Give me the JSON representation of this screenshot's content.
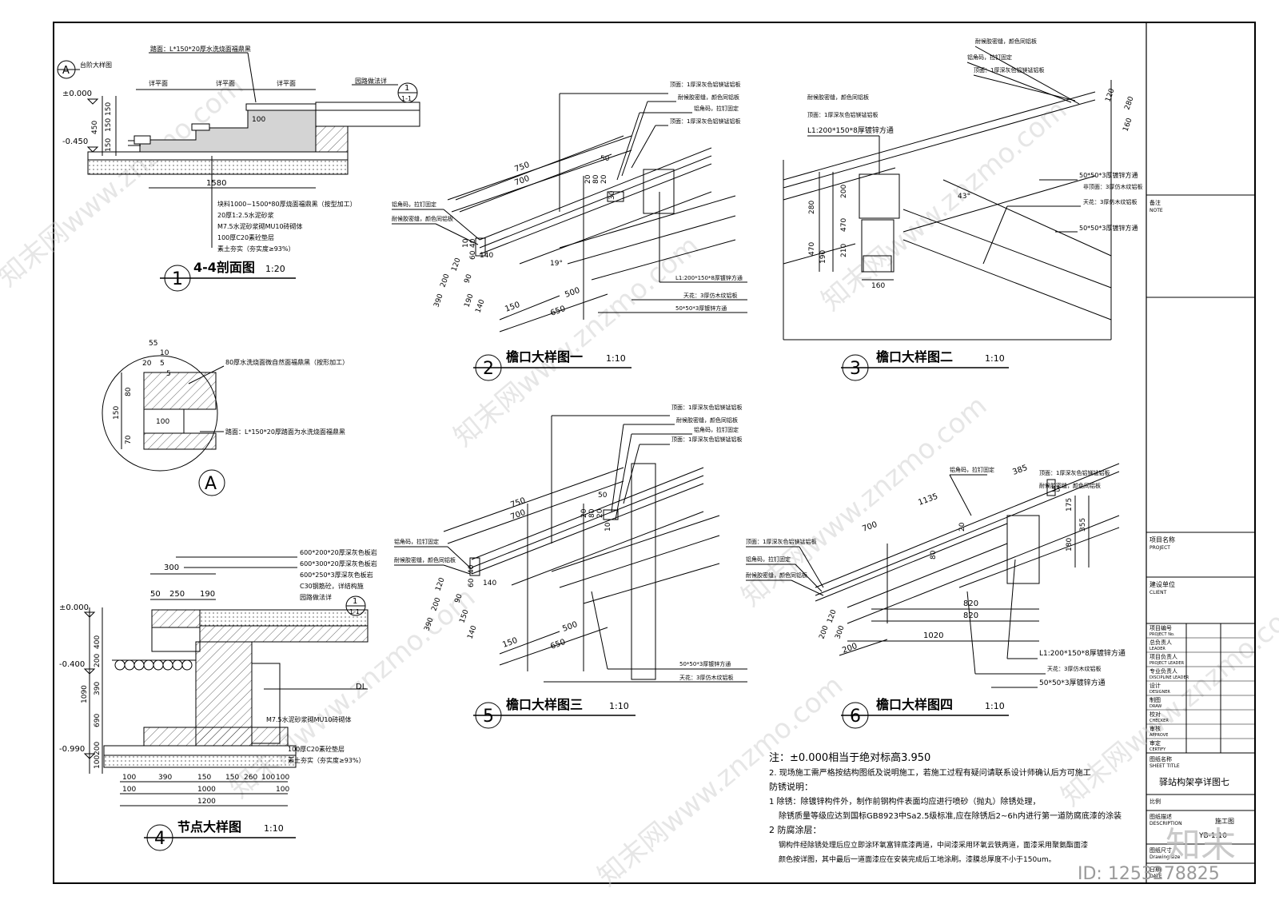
{
  "sheet": {
    "drawing_title": "驿站构架亭详图七",
    "drawing_no": "YB-1.10",
    "id_label": "ID: 1253278825",
    "brand": "知末"
  },
  "views": {
    "v1": {
      "num": "1",
      "title": "4-4剖面图",
      "scale": "1:20"
    },
    "v2": {
      "num": "2",
      "title": "檐口大样图一",
      "scale": "1:10"
    },
    "v3": {
      "num": "3",
      "title": "檐口大样图二",
      "scale": "1:10"
    },
    "vA": {
      "num": "A"
    },
    "v4": {
      "num": "4",
      "title": "节点大样图",
      "scale": "1:10"
    },
    "v5": {
      "num": "5",
      "title": "檐口大样图三",
      "scale": "1:10"
    },
    "v6": {
      "num": "6",
      "title": "檐口大样图四",
      "scale": "1:10"
    }
  },
  "v1": {
    "callout_a": "A",
    "callout_a_label": "台阶大样图",
    "top_note": "踏面：L*150*20厚水洗烧面福鼎黑",
    "ref_note": "园路做法详",
    "ref_num": "1",
    "ref_sub": "1-1",
    "levels": [
      "±0.000",
      "-0.450"
    ],
    "tread_labels": [
      "详平面",
      "详平面",
      "详平面"
    ],
    "dims_v": [
      "450",
      "150",
      "150",
      "150"
    ],
    "dim_100": "100",
    "dim_1580": "1580",
    "layers": [
      "块料1000~1500*80厚烧面福鼎黑（按型加工）",
      "20厚1:2.5水泥砂浆",
      "M7.5水泥砂浆砌MU10砖砌体",
      "100厚C20素砼垫层",
      "素土夯实（夯实度≥93%）"
    ]
  },
  "vA_data": {
    "dims_top": [
      "55",
      "10",
      "20",
      "5",
      "5"
    ],
    "dims_left": [
      "80",
      "150",
      "70"
    ],
    "dim_100": "100",
    "note1": "80厚水洗烧面微自然面福鼎黑（按形加工）",
    "note2": "踏面：L*150*20厚踏面为水洗烧面福鼎黑"
  },
  "v2": {
    "labels_right": [
      "顶面：1厚深灰色铝镁锰铝板",
      "耐候胶密缝，颜色同铝板",
      "铝角码，拉钉固定",
      "顶面：1厚深灰色铝镁锰铝板"
    ],
    "labels_left": [
      "铝角码，拉钉固定",
      "耐候胶密缝，颜色同铝板"
    ],
    "labels_bottom": [
      "L1:200*150*8厚镀锌方通",
      "天花：3厚仿木纹铝板",
      "50*50*3厚镀锌方通"
    ],
    "dims": [
      "750",
      "700",
      "50",
      "20",
      "80",
      "20",
      "30",
      "140",
      "10",
      "40",
      "60",
      "120",
      "200",
      "390",
      "90",
      "190",
      "140",
      "150",
      "500",
      "650",
      "19°"
    ]
  },
  "v3": {
    "labels": [
      "耐候胶密缝，颜色同铝板",
      "铝角码，拉钉固定",
      "顶面：1厚深灰色铝镁锰铝板",
      "耐候胶密缝，颜色同铝板",
      "顶面：1厚深灰色铝镁锰铝板",
      "L1:200*150*8厚镀锌方通",
      "50*50*3厚镀锌方通",
      "非顶面：3厚仿木纹铝板",
      "天花：3厚仿木纹铝板",
      "50*50*3厚镀锌方通"
    ],
    "dims": [
      "120",
      "280",
      "160",
      "280",
      "200",
      "470",
      "470",
      "210",
      "190",
      "160",
      "43°"
    ]
  },
  "v4": {
    "layers": [
      "600*200*20厚深灰色板岩",
      "600*300*20厚深灰色板岩",
      "600*250*3厚深灰色板岩",
      "C30钢筋砼，详结构施",
      "园路做法详"
    ],
    "ref_num": "1",
    "ref_sub": "1-1",
    "dl": "DL",
    "wall": "M7.5水泥砂浆砌MU10砖砌体",
    "base1": "100厚C20素砼垫层",
    "base2": "素土夯实（夯实度≥93%）",
    "levels": [
      "±0.000",
      "-0.400",
      "-0.990"
    ],
    "dims_top": [
      "300",
      "50",
      "250",
      "190"
    ],
    "dims_left": [
      "400",
      "200",
      "1090",
      "390",
      "690",
      "200",
      "100"
    ],
    "dims_bottom_row1": [
      "100",
      "390",
      "150",
      "150",
      "260",
      "100",
      "100"
    ],
    "dims_bottom_row2": [
      "100",
      "1000",
      "100"
    ],
    "dim_total": "1200"
  },
  "v5": {
    "labels_right": [
      "顶面：1厚深灰色铝镁锰铝板",
      "耐候胶密缝，颜色同铝板",
      "铝角码，拉钉固定",
      "顶面：1厚深灰色铝镁锰铝板"
    ],
    "labels_left": [
      "铝角码，拉钉固定",
      "耐候胶密缝，颜色同铝板"
    ],
    "labels_bottom": [
      "50*50*3厚镀锌方通",
      "天花：3厚仿木纹铝板"
    ],
    "dims": [
      "750",
      "700",
      "50",
      "20",
      "80",
      "20",
      "10",
      "140",
      "40",
      "60",
      "120",
      "200",
      "390",
      "90",
      "150",
      "140",
      "150",
      "500",
      "650"
    ]
  },
  "v6": {
    "labels": [
      "铝角码，拉钉固定",
      "顶面：1厚深灰色铝镁锰铝板",
      "耐候胶密缝，颜色同铝板",
      "顶面：1厚深灰色铝镁锰铝板",
      "铝角码，拉钉固定",
      "耐候胶密缝，颜色同铝板",
      "L1:200*150*8厚镀锌方通",
      "天花：3厚仿木纹铝板",
      "50*50*3厚镀锌方通"
    ],
    "dims": [
      "1135",
      "385",
      "53",
      "700",
      "20",
      "80",
      "175",
      "180",
      "355",
      "120",
      "200",
      "300",
      "820",
      "820",
      "1020",
      "200"
    ]
  },
  "notes": {
    "line1": "注：±0.000相当于绝对标高3.950",
    "line2": "2. 现场施工需严格按结构图纸及说明施工，若施工过程有疑问请联系设计师确认后方可施工",
    "line3": "防锈说明：",
    "line4": "1  除锈：除镀锌构件外，制作前钢构件表面均应进行喷砂（抛丸）除锈处理，",
    "line5": "除锈质量等级应达到国标GB8923中Sa2.5级标准,应在除锈后2~6h内进行第一道防腐底漆的涂装",
    "line6": "2  防腐涂层：",
    "line7": "钢构件经除锈处理后应立即涂环氧富锌底漆两道，中间漆采用环氧云铁两道，面漆采用聚氨酯面漆",
    "line8": "颜色按详图，其中最后一道面漆应在安装完成后工地涂刷。漆膜总厚度不小于150um。"
  },
  "title_block": {
    "note_cn": "备注",
    "note_en": "NOTE",
    "project_cn": "项目名称",
    "project_en": "PROJECT",
    "client_cn": "建设单位",
    "client_en": "CLIENT",
    "rows": [
      {
        "cn": "项目编号",
        "en": "PROJECT No."
      },
      {
        "cn": "总负责人",
        "en": "LEADER"
      },
      {
        "cn": "项目负责人",
        "en": "PROJECT LEADER"
      },
      {
        "cn": "专业负责人",
        "en": "DISCIPLINE LEADER"
      },
      {
        "cn": "设计",
        "en": "DESIGNER"
      },
      {
        "cn": "制图",
        "en": "DRAW"
      },
      {
        "cn": "校对",
        "en": "CHECKER"
      },
      {
        "cn": "审核",
        "en": "APPROVE"
      },
      {
        "cn": "审定",
        "en": "CERTIFY"
      }
    ],
    "sheet_title_cn": "图纸名称",
    "sheet_title_en": "SHEET TITLE",
    "scale_cn": "比例",
    "desc_cn": "图纸描述",
    "desc_en": "DESCRIPTION",
    "desc_val": "施工图",
    "size_cn": "图纸尺寸",
    "size_en": "Drawing size",
    "date_cn": "日期",
    "date_en": "DATE"
  },
  "watermarks": [
    "知末网www.znzmo.com"
  ]
}
